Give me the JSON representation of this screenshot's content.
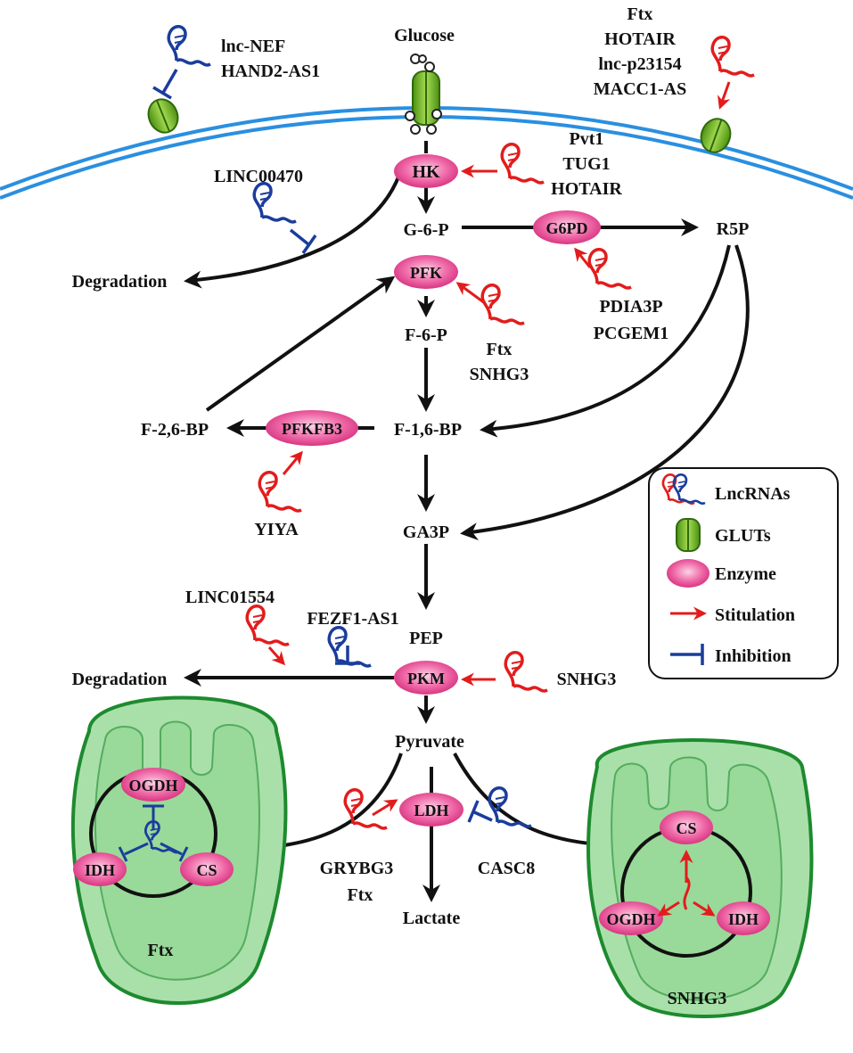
{
  "colors": {
    "membrane": "#2a8fe0",
    "glut": "#6ab024",
    "enzyme": "#e43d8c",
    "stimulation": "#e21c1c",
    "inhibition": "#1a3d9c",
    "mitochondria_fill": "#a9e0a9",
    "mitochondria_stroke": "#1d8a2e"
  },
  "metabolites": {
    "glucose": "Glucose",
    "g6p": "G-6-P",
    "f6p": "F-6-P",
    "f16bp": "F-1,6-BP",
    "f26bp": "F-2,6-BP",
    "r5p": "R5P",
    "ga3p": "GA3P",
    "pep": "PEP",
    "pyruvate": "Pyruvate",
    "lactate": "Lactate",
    "degradation_top": "Degradation",
    "degradation_bottom": "Degradation"
  },
  "enzymes": {
    "hk": "HK",
    "pfk": "PFK",
    "g6pd": "G6PD",
    "pfkfb3": "PFKFB3",
    "pkm": "PKM",
    "ldh": "LDH",
    "left_ogdh": "OGDH",
    "left_idh": "IDH",
    "left_cs": "CS",
    "right_cs": "CS",
    "right_ogdh": "OGDH",
    "right_idh": "IDH"
  },
  "lncrnas": {
    "lnc_nef": "lnc-NEF",
    "hand2_as1": "HAND2-AS1",
    "glut_stim": [
      "Ftx",
      "HOTAIR",
      "lnc-p23154",
      "MACC1-AS"
    ],
    "hk_stim": [
      "Pvt1",
      "TUG1",
      "HOTAIR"
    ],
    "linc00470": "LINC00470",
    "g6pd_stim": [
      "PDIA3P",
      "PCGEM1"
    ],
    "pfk_stim": [
      "Ftx",
      "SNHG3"
    ],
    "yiya": "YIYA",
    "linc01554": "LINC01554",
    "fezf1_as1": "FEZF1-AS1",
    "pkm_stim": "SNHG3",
    "ldh_stim": [
      "GRYBG3",
      "Ftx"
    ],
    "casc8": "CASC8",
    "left_mito": "Ftx",
    "right_mito": "SNHG3"
  },
  "legend": {
    "lncrnas": "LncRNAs",
    "gluts": "GLUTs",
    "enzyme": "Enzyme",
    "stimulation": "Stitulation",
    "inhibition": "Inhibition"
  }
}
